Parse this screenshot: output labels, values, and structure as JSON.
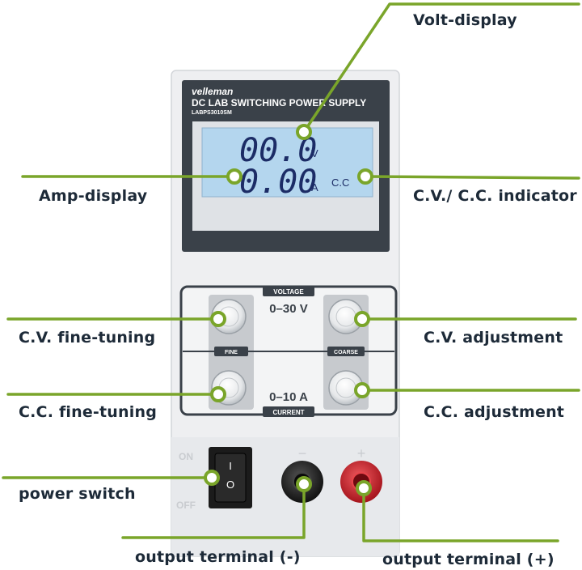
{
  "device": {
    "brand": "velleman",
    "title": "DC LAB SWITCHING POWER SUPPLY",
    "model": "LABPS3010SM",
    "display": {
      "voltage_reading": "00.0",
      "voltage_unit": "V",
      "current_reading": "0.00",
      "current_unit": "A",
      "mode_indicator": "C.C"
    },
    "controls": {
      "voltage_tag": "VOLTAGE",
      "current_tag": "CURRENT",
      "fine_tag": "FINE",
      "coarse_tag": "COARSE",
      "voltage_range": "0–30 V",
      "current_range": "0–10 A"
    },
    "switch": {
      "on_label": "ON",
      "off_label": "OFF",
      "on_symbol": "I",
      "off_symbol": "O"
    },
    "terminals": {
      "minus_symbol": "−",
      "plus_symbol": "+"
    }
  },
  "callouts": {
    "volt_display": "Volt-display",
    "amp_display": "Amp-display",
    "cv_cc_indicator": "C.V./ C.C. indicator",
    "cv_fine": "C.V. fine-tuning",
    "cv_adjust": "C.V. adjustment",
    "cc_fine": "C.C. fine-tuning",
    "cc_adjust": "C.C. adjustment",
    "power_switch": "power switch",
    "output_minus": "output terminal (-)",
    "output_plus": "output terminal (+)"
  },
  "colors": {
    "leader_green": "#7aa52a",
    "label_text": "#1d2a38",
    "lcd_blue": "#b4d6ee",
    "panel_dark": "#3a4149",
    "terminal_red": "#d3202a",
    "terminal_black": "#1e1e1e"
  }
}
